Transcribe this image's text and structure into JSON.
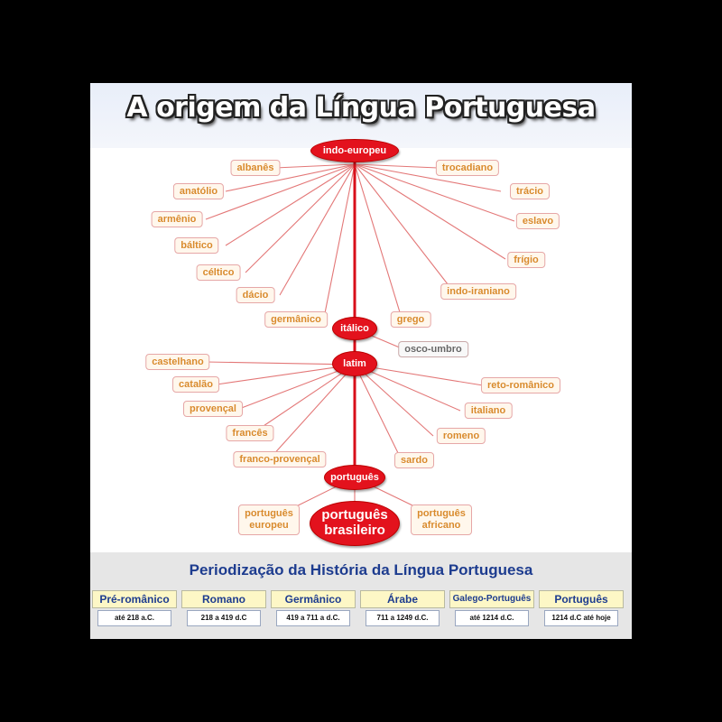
{
  "title": "A origem da Língua Portuguesa",
  "tree": {
    "root": "indo-europeu",
    "indo_europeu_branches": [
      "albanês",
      "anatólio",
      "armênio",
      "báltico",
      "céltico",
      "dácio",
      "germânico",
      "trocadiano",
      "trácio",
      "eslavo",
      "frígio",
      "indo-iraniano",
      "grego"
    ],
    "italico": "itálico",
    "italico_branch": "osco-umbro",
    "latim": "latim",
    "latim_branches": [
      "castelhano",
      "catalão",
      "provençal",
      "francês",
      "franco-provençal",
      "reto-românico",
      "italiano",
      "romeno",
      "sardo"
    ],
    "portugues": "português",
    "portugues_europeu": [
      "português",
      "europeu"
    ],
    "portugues_brasileiro": [
      "português",
      "brasileiro"
    ],
    "portugues_africano": [
      "português",
      "africano"
    ]
  },
  "periods": {
    "title": "Periodização da História da Língua Portuguesa",
    "items": [
      {
        "name": "Pré-românico",
        "range": "até 218 a.C."
      },
      {
        "name": "Romano",
        "range": "218 a 419 d.C"
      },
      {
        "name": "Germânico",
        "range": "419 a 711 a d.C."
      },
      {
        "name": "Árabe",
        "range": "711 a 1249 d.C."
      },
      {
        "name": "Galego-Português",
        "range": "até 1214 d.C."
      },
      {
        "name": "Português",
        "range": "1214 d.C até hoje"
      }
    ]
  },
  "colors": {
    "node": "#e3121d",
    "label_text": "#d98a2b",
    "period_title": "#1d3c8f",
    "background": "#000000"
  }
}
